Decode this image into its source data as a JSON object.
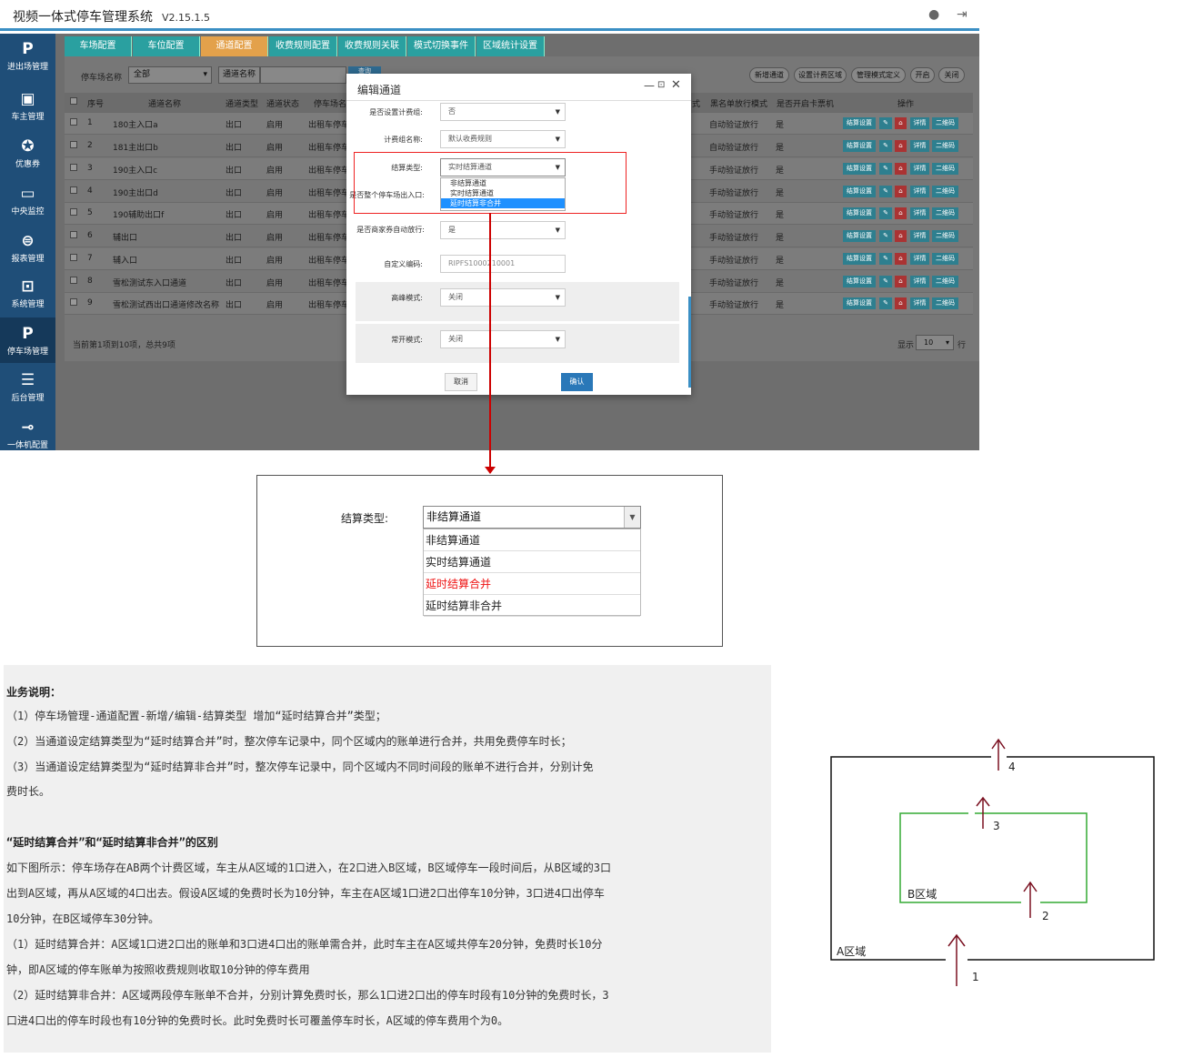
{
  "app": {
    "title": "视频一体式停车管理系统",
    "version": "V2.15.1.5"
  },
  "sidebar": [
    {
      "icon": "P",
      "label": "进出场管理"
    },
    {
      "icon": "▣",
      "label": "车主管理"
    },
    {
      "icon": "✪",
      "label": "优惠券"
    },
    {
      "icon": "▭",
      "label": "中央监控"
    },
    {
      "icon": "⊜",
      "label": "报表管理"
    },
    {
      "icon": "⊡",
      "label": "系统管理"
    },
    {
      "icon": "P",
      "label": "停车场管理"
    },
    {
      "icon": "☰",
      "label": "后台管理"
    },
    {
      "icon": "⊸",
      "label": "一体机配置"
    }
  ],
  "tabs": [
    "车场配置",
    "车位配置",
    "通道配置",
    "收费规则配置",
    "收费规则关联",
    "模式切换事件",
    "区域统计设置"
  ],
  "filters": {
    "park_label": "停车场名称",
    "park_value": "全部",
    "channel_label": "通道名称",
    "search": "查询"
  },
  "header_buttons": [
    "新增通道",
    "设置计费区域",
    "管理模式定义",
    "开启",
    "关闭"
  ],
  "table": {
    "headers": [
      "序号",
      "通道名称",
      "通道类型",
      "通道状态",
      "停车场名",
      "式",
      "黑名单放行模式",
      "是否开启卡票机",
      "操作"
    ],
    "rows": [
      {
        "n": "1",
        "name": "180主入口a",
        "type": "出口",
        "status": "启用",
        "park": "出租车停车",
        "mode": "自动验证放行",
        "card": "是"
      },
      {
        "n": "2",
        "name": "181主出口b",
        "type": "出口",
        "status": "启用",
        "park": "出租车停车",
        "mode": "自动验证放行",
        "card": "是"
      },
      {
        "n": "3",
        "name": "190主入口c",
        "type": "出口",
        "status": "启用",
        "park": "出租车停车",
        "mode": "手动验证放行",
        "card": "是"
      },
      {
        "n": "4",
        "name": "190主出口d",
        "type": "出口",
        "status": "启用",
        "park": "出租车停车",
        "mode": "手动验证放行",
        "card": "是"
      },
      {
        "n": "5",
        "name": "190辅助出口f",
        "type": "出口",
        "status": "启用",
        "park": "出租车停车",
        "mode": "手动验证放行",
        "card": "是"
      },
      {
        "n": "6",
        "name": "辅出口",
        "type": "出口",
        "status": "启用",
        "park": "出租车停车",
        "mode": "手动验证放行",
        "card": "是"
      },
      {
        "n": "7",
        "name": "辅入口",
        "type": "出口",
        "status": "启用",
        "park": "出租车停车",
        "mode": "手动验证放行",
        "card": "是"
      },
      {
        "n": "8",
        "name": "雪松测试东入口通道",
        "type": "出口",
        "status": "启用",
        "park": "出租车停车",
        "mode": "手动验证放行",
        "card": "是"
      },
      {
        "n": "9",
        "name": "雪松测试西出口通道修改名称",
        "type": "出口",
        "status": "启用",
        "park": "出租车停车",
        "mode": "手动验证放行",
        "card": "是"
      }
    ],
    "op_buttons": [
      "结算设置",
      "✎",
      "⌂",
      "详情",
      "二维码"
    ]
  },
  "pager": {
    "summary": "当前第1项到10项，总共9项",
    "show": "显示",
    "per": "10",
    "unit": "行"
  },
  "modal": {
    "title": "编辑通道",
    "fields": [
      {
        "label": "是否设置计费组:",
        "value": "否"
      },
      {
        "label": "计费组名称:",
        "value": "默认收费规则"
      },
      {
        "label": "结算类型:",
        "value": "实时结算通道"
      },
      {
        "label": "是否整个停车场出入口:",
        "value": ""
      },
      {
        "label": "是否商家券自动放行:",
        "value": "是"
      },
      {
        "label": "自定义编码:",
        "value": "RIPFS1000210001"
      },
      {
        "label": "高峰模式:",
        "value": "关闭"
      },
      {
        "label": "常开模式:",
        "value": "关闭"
      }
    ],
    "dropdown_options": [
      "非结算通道",
      "实时结算通道",
      "延时结算非合并"
    ],
    "cancel": "取消",
    "confirm": "确认"
  },
  "zoom": {
    "label": "结算类型:",
    "selected": "非结算通道",
    "options": [
      "非结算通道",
      "实时结算通道",
      "延时结算合并",
      "延时结算非合并"
    ]
  },
  "description": [
    "业务说明：",
    "（1）停车场管理-通道配置-新增/编辑-结算类型 增加“延时结算合并”类型；",
    "（2）当通道设定结算类型为“延时结算合并”时，整次停车记录中，同个区域内的账单进行合并，共用免费停车时长；",
    "（3）当通道设定结算类型为“延时结算非合并”时，整次停车记录中，同个区域内不同时间段的账单不进行合并，分别计免",
    "费时长。",
    "“延时结算合并”和“延时结算非合并”的区别",
    "如下图所示：停车场存在AB两个计费区域，车主从A区域的1口进入，在2口进入B区域，B区域停车一段时间后，从B区域的3口",
    "出到A区域，再从A区域的4口出去。假设A区域的免费时长为10分钟，车主在A区域1口进2口出停车10分钟，3口进4口出停车",
    "10分钟，在B区域停车30分钟。",
    "（1）延时结算合并：A区域1口进2口出的账单和3口进4口出的账单需合并，此时车主在A区域共停车20分钟，免费时长10分",
    "钟，即A区域的停车账单为按照收费规则收取10分钟的停车费用",
    "（2）延时结算非合并：A区域两段停车账单不合并，分别计算免费时长，那么1口进2口出的停车时段有10分钟的免费时长，3",
    "口进4口出的停车时段也有10分钟的免费时长。此时免费时长可覆盖停车时长，A区域的停车费用个为0。"
  ],
  "diagram": {
    "area_a": "A区域",
    "area_b": "B区域",
    "gates": [
      "1",
      "2",
      "3",
      "4"
    ]
  }
}
